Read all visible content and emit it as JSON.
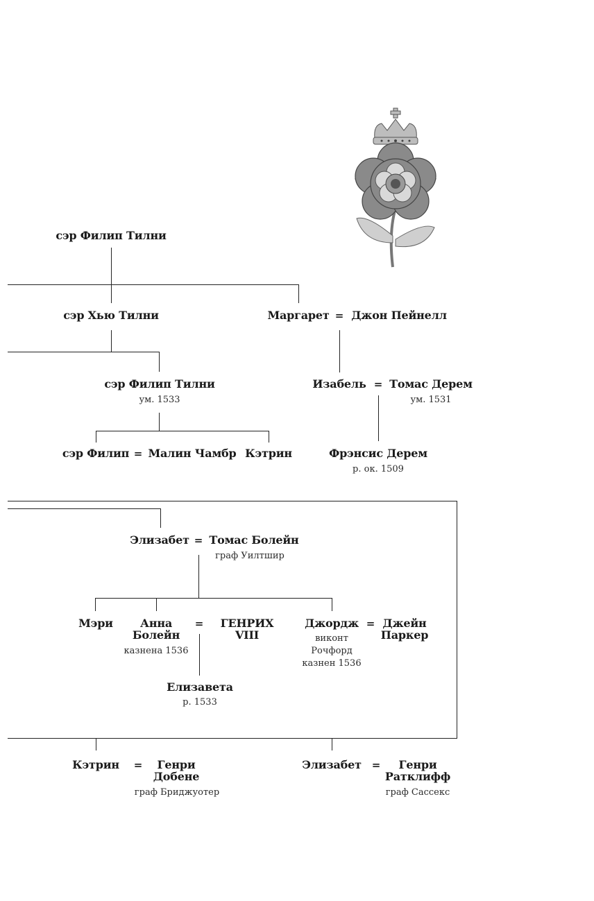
{
  "diagram": {
    "type": "family-tree",
    "emblem": "tudor-rose-with-crown",
    "equals_sign": "=",
    "people": {
      "philip_tilney_elder": {
        "name": "сэр Филип Тилни"
      },
      "hugh_tilney": {
        "name": "сэр Хью Тилни"
      },
      "margaret": {
        "name": "Маргарет"
      },
      "john_paynell": {
        "name": "Джон Пейнелл"
      },
      "philip_tilney": {
        "name": "сэр Филип Тилни",
        "note": "ум. 1533"
      },
      "isabel": {
        "name": "Изабель"
      },
      "thomas_dereham": {
        "name": "Томас Дерем",
        "note": "ум. 1531"
      },
      "sir_philip": {
        "name": "сэр Филип"
      },
      "malyn_chambre": {
        "name": "Малин Чамбр"
      },
      "katherine_t": {
        "name": "Кэтрин"
      },
      "francis_dereham": {
        "name": "Фрэнсис Дерем",
        "note": "р. ок. 1509"
      },
      "elizabeth_howard": {
        "name": "Элизабет"
      },
      "thomas_boleyn": {
        "name": "Томас Болейн",
        "note": "граф Уилтшир"
      },
      "mary": {
        "name": "Мэри"
      },
      "anne_boleyn": {
        "name_line1": "Анна",
        "name_line2": "Болейн",
        "note": "казнена 1536"
      },
      "henry_viii": {
        "name_line1": "ГЕНРИХ",
        "name_line2": "VIII"
      },
      "george": {
        "name": "Джордж",
        "note_line1": "виконт",
        "note_line2": "Рочфорд",
        "note_line3": "казнен 1536"
      },
      "jane_parker": {
        "name_line1": "Джейн",
        "name_line2": "Паркер"
      },
      "elizabeth_princess": {
        "name": "Елизавета",
        "note": "р. 1533"
      },
      "katherine_h": {
        "name": "Кэтрин"
      },
      "henry_daubeney": {
        "name_line1": "Генри",
        "name_line2": "Добене",
        "note": "граф Бриджуотер"
      },
      "elizabeth_h": {
        "name": "Элизабет"
      },
      "henry_radcliffe": {
        "name_line1": "Генри",
        "name_line2": "Ратклифф",
        "note": "граф Сассекс"
      }
    }
  }
}
